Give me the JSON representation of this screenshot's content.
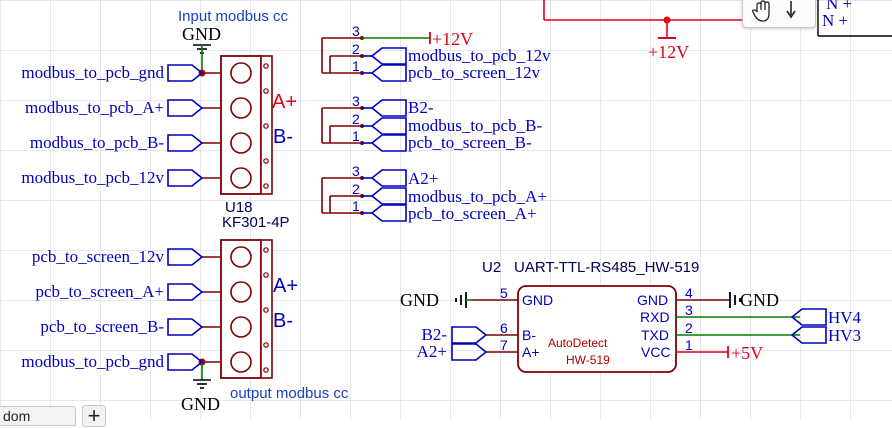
{
  "toolbar": {
    "hand_icon": "hand-pan-icon",
    "arrow_icon": "cursor-arrow-icon"
  },
  "top_right": {
    "label1": "N +",
    "label2": "N +"
  },
  "connector_top": {
    "title": "Input modbus cc",
    "gnd": "GND",
    "ref": "U18",
    "value": "KF301-4P",
    "left_nets": [
      "modbus_to_pcb_gnd",
      "modbus_to_pcb_A+",
      "modbus_to_pcb_B-",
      "modbus_to_pcb_12v"
    ],
    "side_labels": [
      "A+",
      "B-"
    ]
  },
  "connector_bottom": {
    "title": "output modbus cc",
    "gnd": "GND",
    "left_nets": [
      "pcb_to_screen_12v",
      "pcb_to_screen_A+",
      "pcb_to_screen_B-",
      "modbus_to_pcb_gnd"
    ],
    "side_labels": [
      "A+",
      "B-"
    ]
  },
  "power_12v": {
    "label": "+12V",
    "top_label": "+12V"
  },
  "joiners": [
    {
      "pins": [
        "3",
        "2",
        "1"
      ],
      "nets": [
        "+12V",
        "modbus_to_pcb_12v",
        "pcb_to_screen_12v"
      ]
    },
    {
      "pins": [
        "3",
        "2",
        "1"
      ],
      "nets": [
        "B2-",
        "modbus_to_pcb_B-",
        "pcb_to_screen_B-"
      ]
    },
    {
      "pins": [
        "3",
        "2",
        "1"
      ],
      "nets": [
        "A2+",
        "modbus_to_pcb_A+",
        "pcb_to_screen_A+"
      ]
    }
  ],
  "module": {
    "ref": "U2",
    "value": "UART-TTL-RS485_HW-519",
    "inner1": "AutoDetect",
    "inner2": "HW-519",
    "left_pins": [
      {
        "num": "5",
        "name": "GND"
      },
      {
        "num": "6",
        "name": "B-"
      },
      {
        "num": "7",
        "name": "A+"
      }
    ],
    "right_pins": [
      {
        "num": "4",
        "name": "GND"
      },
      {
        "num": "3",
        "name": "RXD"
      },
      {
        "num": "2",
        "name": "TXD"
      },
      {
        "num": "1",
        "name": "VCC"
      }
    ],
    "left_gnd": "GND",
    "right_gnd": "GND",
    "left_nets": [
      "B2-",
      "A2+"
    ],
    "right_nets": [
      "HV4",
      "HV3"
    ],
    "vcc": "+5V"
  },
  "bottom_tabs": {
    "tab_label": "dom",
    "add_label": "+"
  },
  "colors": {
    "wire": "#008000",
    "symbol": "#800000",
    "power": "#e0001a",
    "net": "#0000c0"
  }
}
